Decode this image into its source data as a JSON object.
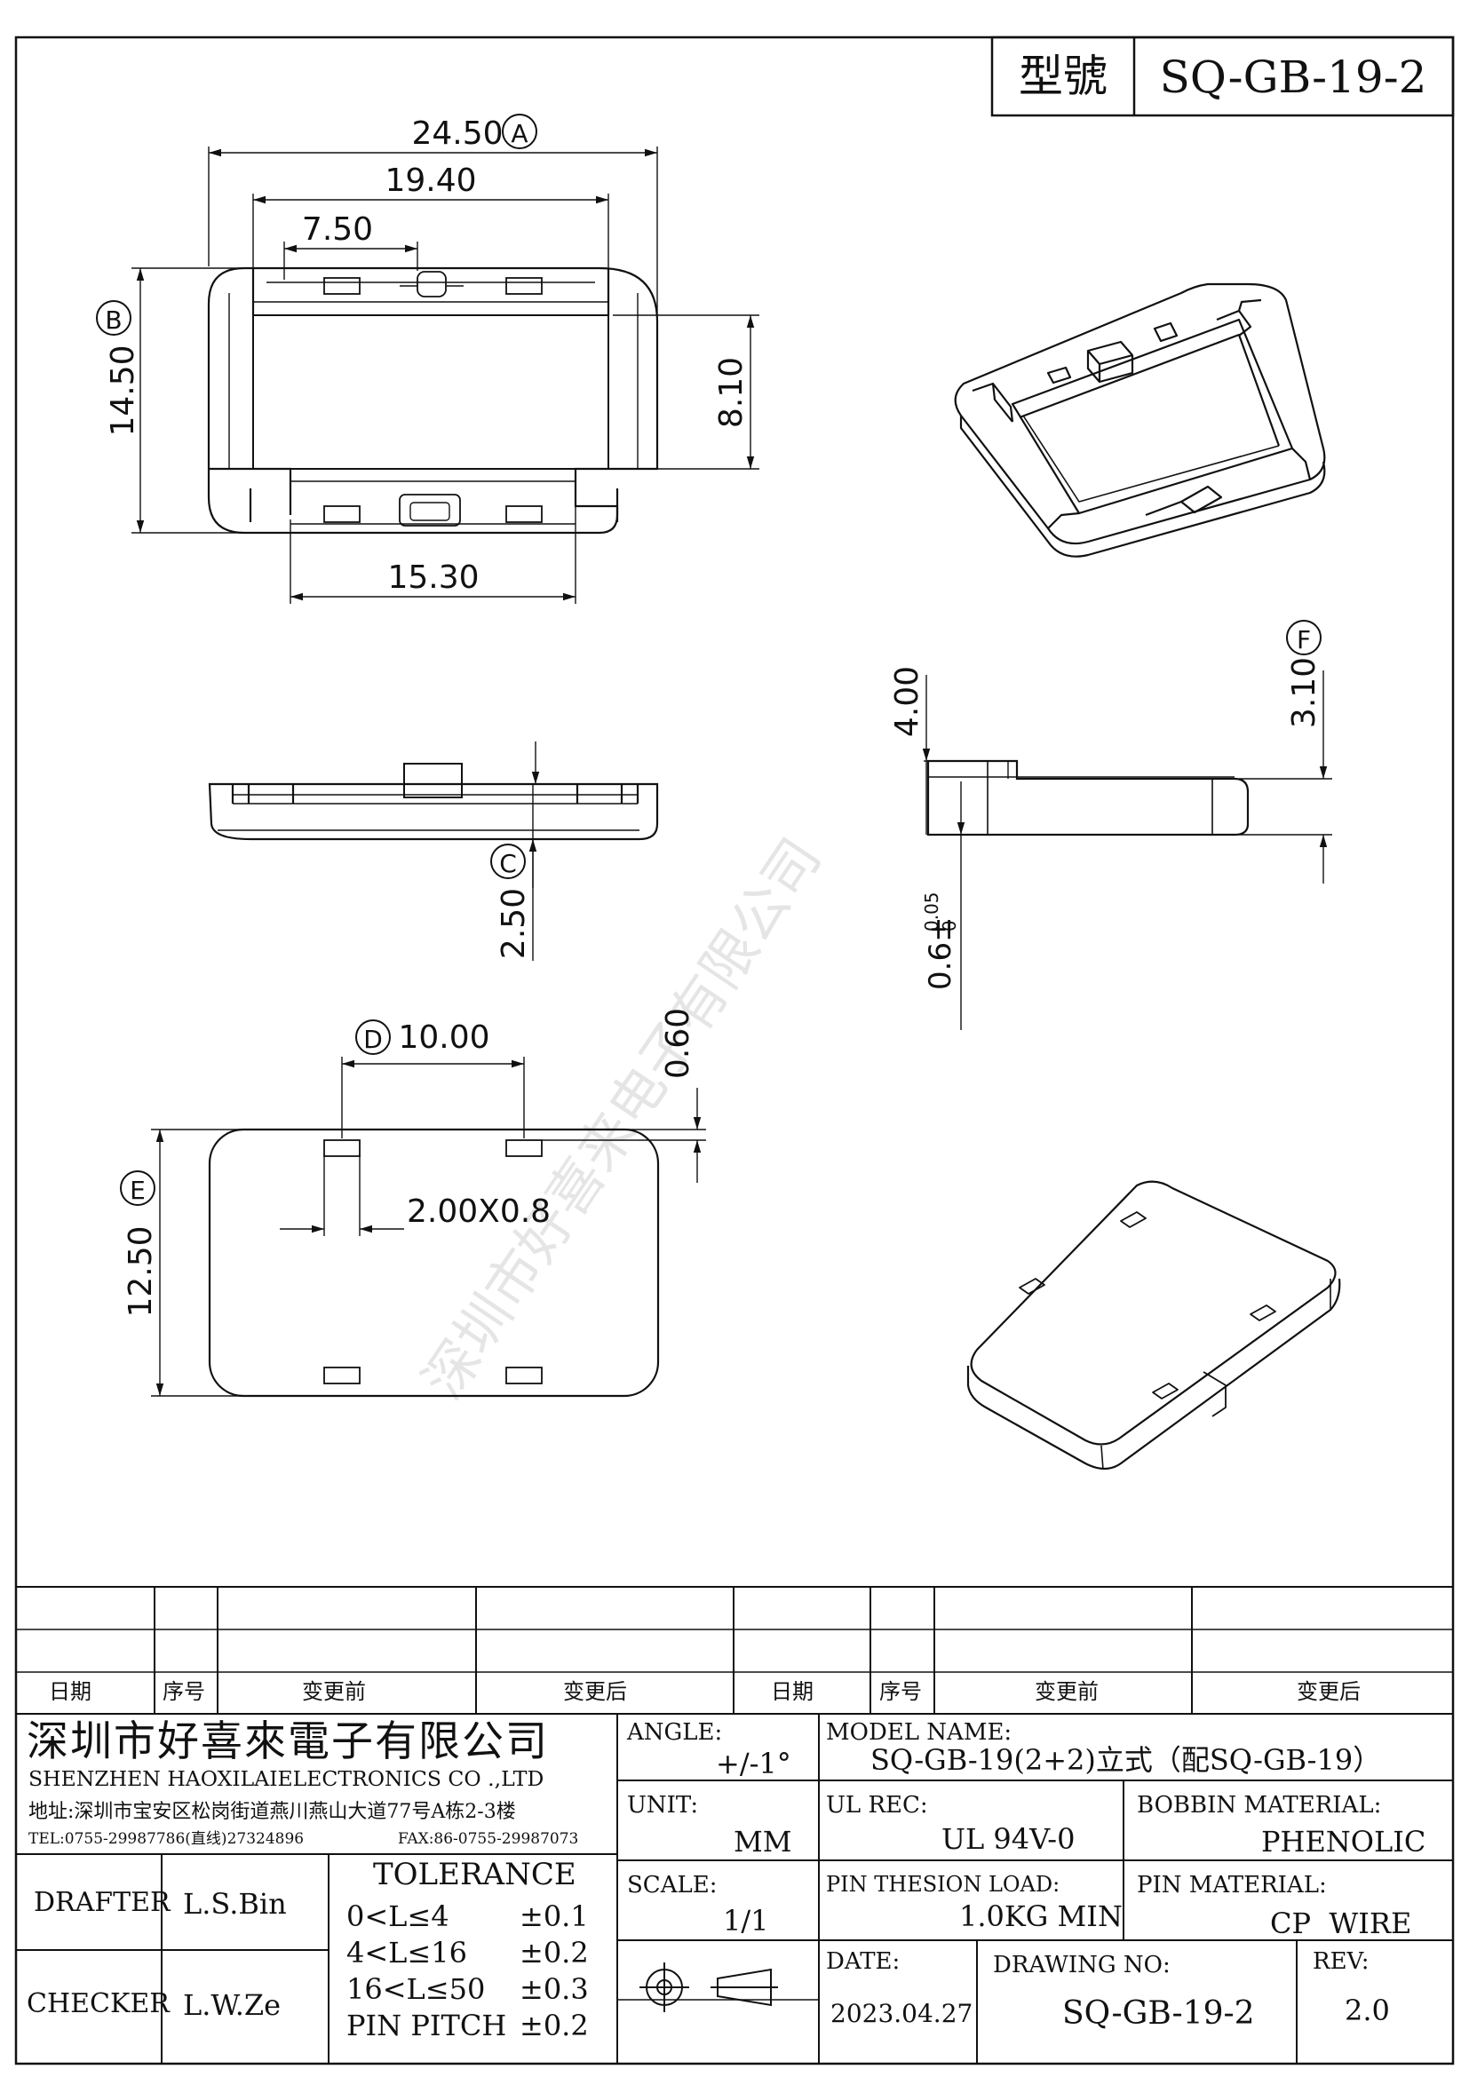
{
  "title_block": {
    "model_label": "型號",
    "model_number": "SQ-GB-19-2"
  },
  "dimensions": {
    "d_24_50": "24.50",
    "d_19_40": "19.40",
    "d_7_50": "7.50",
    "d_14_50": "14.50",
    "d_8_10": "8.10",
    "d_15_30": "15.30",
    "d_2_50": "2.50",
    "d_4_00": "4.00",
    "d_3_10": "3.10",
    "d_0_6": "0.6±",
    "d_0_6_tol_upper": "0.05",
    "d_0_6_tol_lower": "0",
    "d_10_00": "10.00",
    "d_0_60": "0.60",
    "d_12_50": "12.50",
    "d_slot": "2.00X0.8"
  },
  "markers": [
    "A",
    "B",
    "C",
    "D",
    "E",
    "F"
  ],
  "watermark": "深圳市好喜来电子有限公司",
  "revision_table": {
    "headers": [
      "日期",
      "序号",
      "变更前",
      "变更后",
      "日期",
      "序号",
      "变更前",
      "变更后"
    ]
  },
  "company": {
    "name_cn": "深圳市好喜來電子有限公司",
    "name_en": "SHENZHEN HAOXILAIELECTRONICS CO .,LTD",
    "address": "地址:深圳市宝安区松岗街道燕川燕山大道77号A栋2-3楼",
    "tel": "TEL:0755-29987786(直线)27324896",
    "fax": "FAX:86-0755-29987073"
  },
  "people": {
    "drafter_label": "DRAFTER",
    "drafter": "L.S.Bin",
    "checker_label": "CHECKER",
    "checker": "L.W.Ze"
  },
  "tolerance": {
    "title": "TOLERANCE",
    "rows": [
      {
        "range": "0<L≤4",
        "value": "±0.1"
      },
      {
        "range": "4<L≤16",
        "value": "±0.2"
      },
      {
        "range": "16<L≤50",
        "value": "±0.3"
      },
      {
        "range": "PIN PITCH",
        "value": "±0.2"
      }
    ]
  },
  "specs": {
    "angle_label": "ANGLE:",
    "angle": "+/-1°",
    "unit_label": "UNIT:",
    "unit": "MM",
    "scale_label": "SCALE:",
    "scale": "1/1",
    "model_name_label": "MODEL NAME:",
    "model_name": "SQ-GB-19(2+2)立式（配SQ-GB-19）",
    "ul_label": "UL REC:",
    "ul": "UL 94V-0",
    "bobbin_label": "BOBBIN MATERIAL:",
    "bobbin": "PHENOLIC",
    "pin_load_label": "PIN THESION LOAD:",
    "pin_load": "1.0KG MIN",
    "pin_material_label": "PIN MATERIAL:",
    "pin_material": "CP  WIRE",
    "date_label": "DATE:",
    "date": "2023.04.27",
    "drawing_no_label": "DRAWING NO:",
    "drawing_no": "SQ-GB-19-2",
    "rev_label": "REV:",
    "rev": "2.0"
  }
}
